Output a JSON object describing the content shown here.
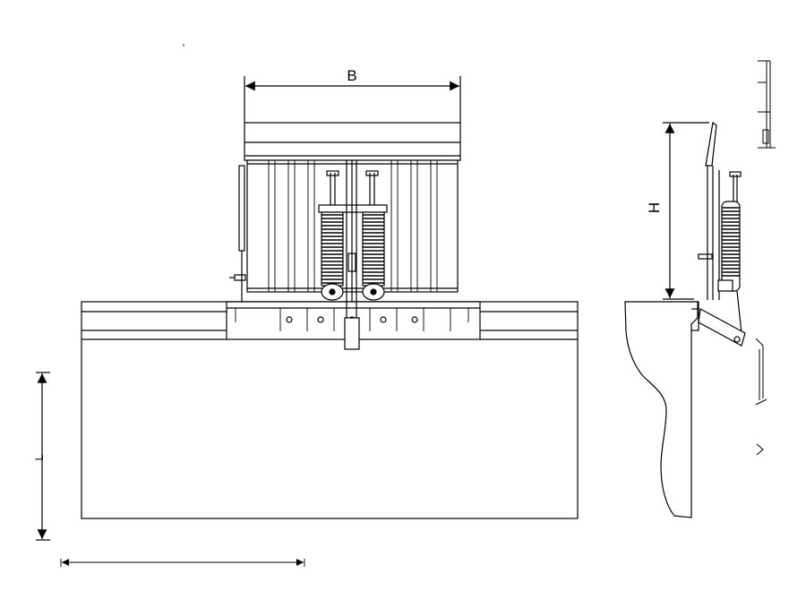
{
  "labels": {
    "width_label": "B",
    "height_label": "H",
    "length_label": "L"
  },
  "colors": {
    "line": "#000000",
    "background": "#ffffff",
    "plate_fill": "#f2f2f2"
  }
}
